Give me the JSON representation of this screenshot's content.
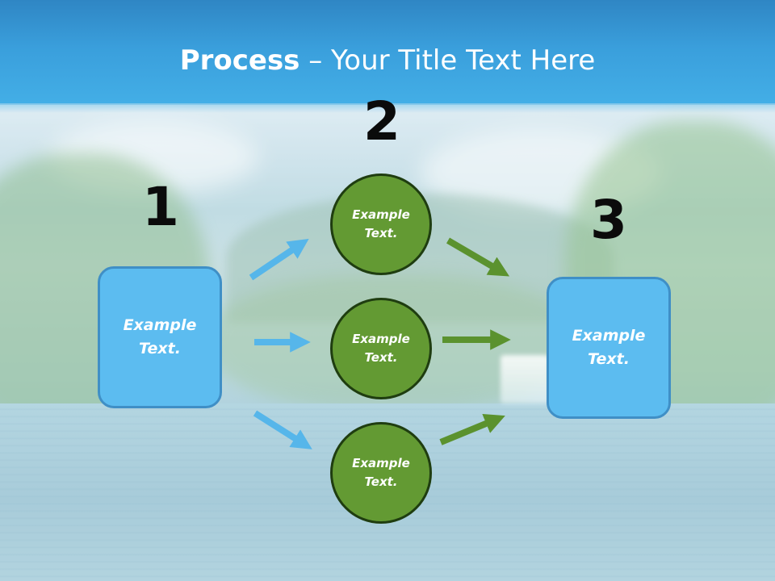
{
  "slide": {
    "title": {
      "bold": "Process",
      "rest": " – Your Title Text Here"
    }
  },
  "steps": {
    "step_1": "1",
    "step_2": "2",
    "step_3": "3"
  },
  "boxes": {
    "left": "Example Text.",
    "right": "Example Text."
  },
  "circles": [
    {
      "text": "Example Text."
    },
    {
      "text": "Example Text."
    },
    {
      "text": "Example Text."
    }
  ],
  "colors": {
    "box_fill": "#5cbcf0",
    "circle_fill": "#639a33",
    "blue_arrow": "#56b6ea",
    "green_arrow": "#5b922e"
  }
}
